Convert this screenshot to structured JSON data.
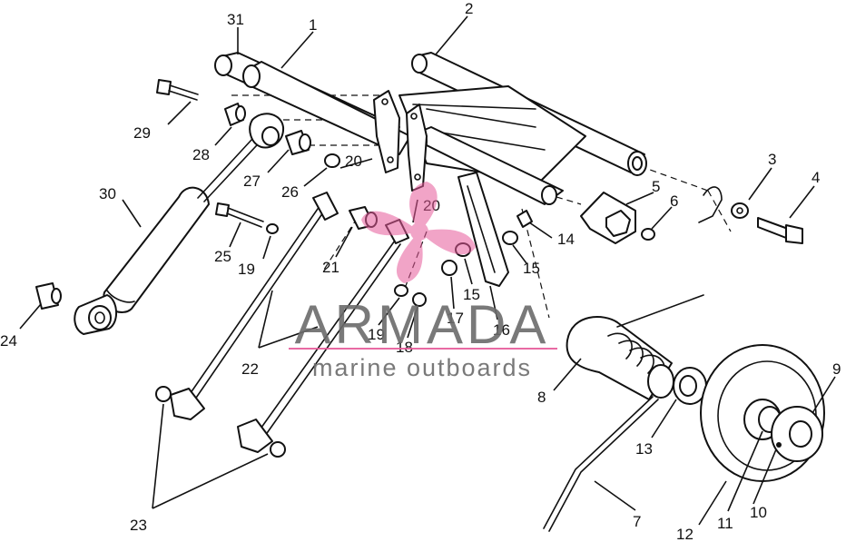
{
  "callouts": [
    "1",
    "2",
    "3",
    "4",
    "5",
    "6",
    "7",
    "8",
    "9",
    "10",
    "11",
    "12",
    "13",
    "14",
    "15",
    "15",
    "16",
    "17",
    "18",
    "19",
    "19",
    "20",
    "20",
    "21",
    "22",
    "23",
    "24",
    "25",
    "26",
    "27",
    "28",
    "29",
    "30",
    "31"
  ],
  "watermark": {
    "brand": "ARMADA",
    "tagline": "marine outboards",
    "brand_color": "#6b6b6b",
    "accent_color": "#e75a9a"
  }
}
